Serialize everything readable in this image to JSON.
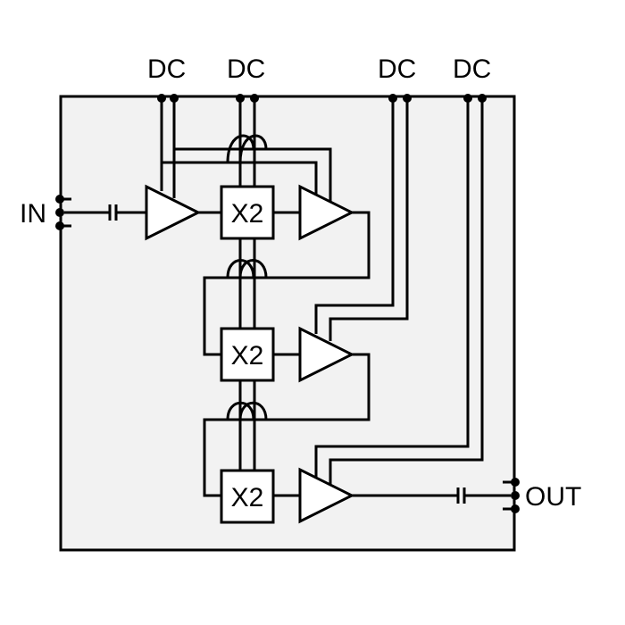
{
  "labels": {
    "dc": [
      "DC",
      "DC",
      "DC",
      "DC"
    ],
    "input": "IN",
    "output": "OUT",
    "multipliers": [
      "X2",
      "X2",
      "X2"
    ]
  },
  "colors": {
    "chip_fill": "#f2f2f2",
    "line": "#000000",
    "block_fill": "#ffffff"
  }
}
